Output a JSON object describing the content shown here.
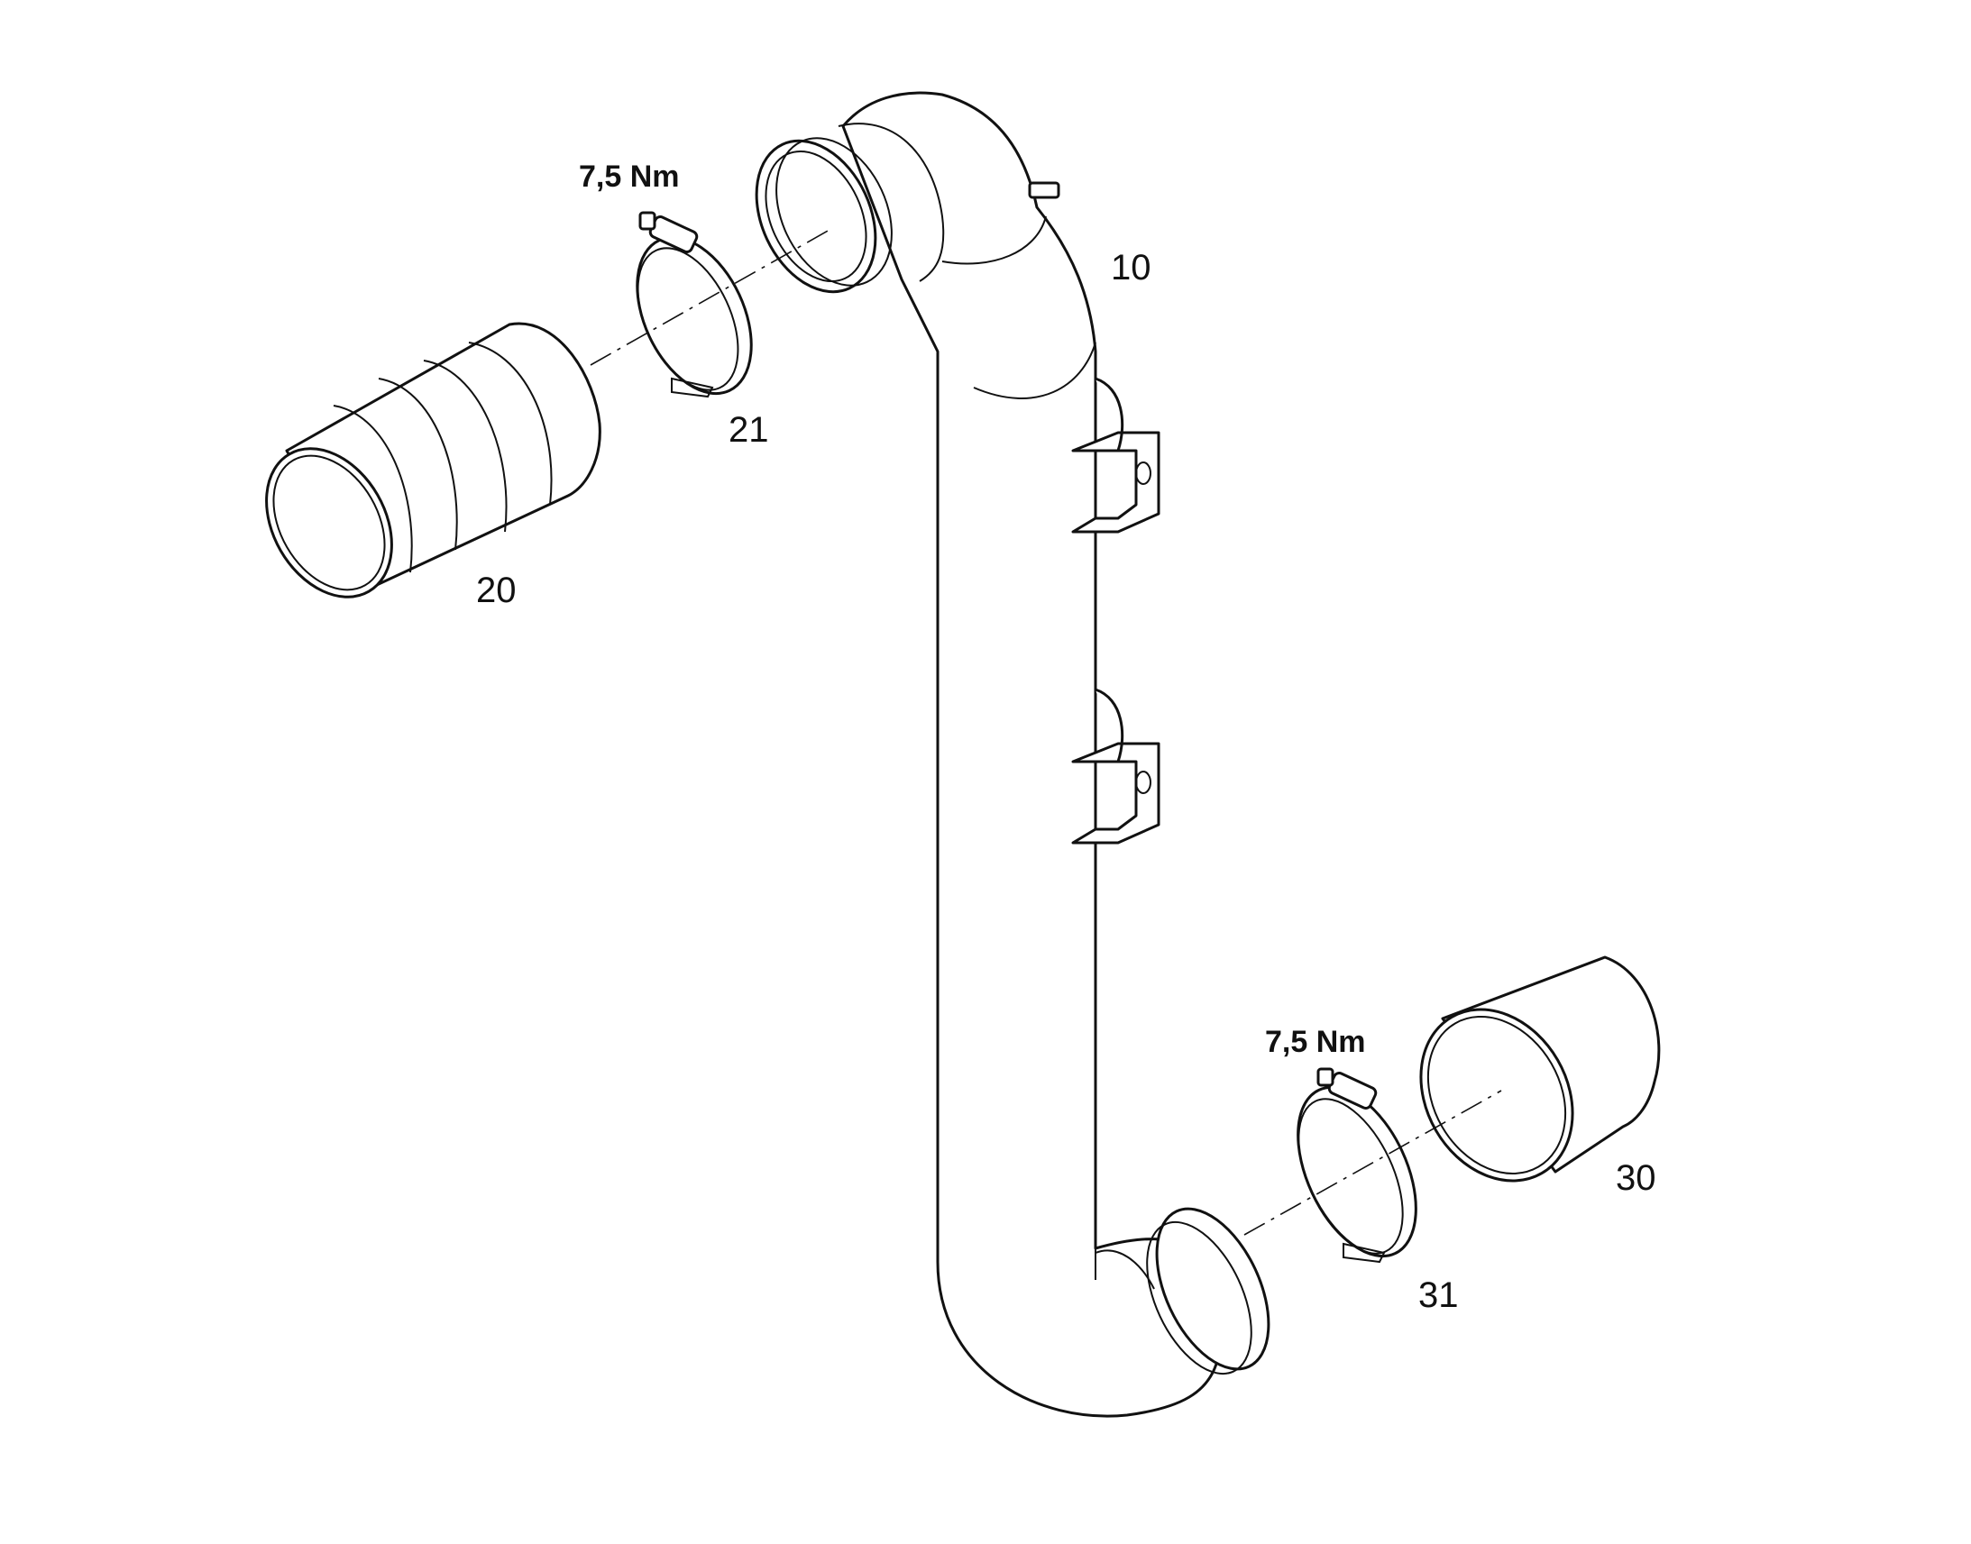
{
  "labels": {
    "pipe": "10",
    "hose_upper": "20",
    "clamp_upper": "21",
    "sleeve_lower": "30",
    "clamp_lower": "31"
  },
  "torque": {
    "upper": "7,5 Nm",
    "lower": "7,5 Nm"
  },
  "colors": {
    "line": "#111111",
    "background": "#ffffff"
  }
}
